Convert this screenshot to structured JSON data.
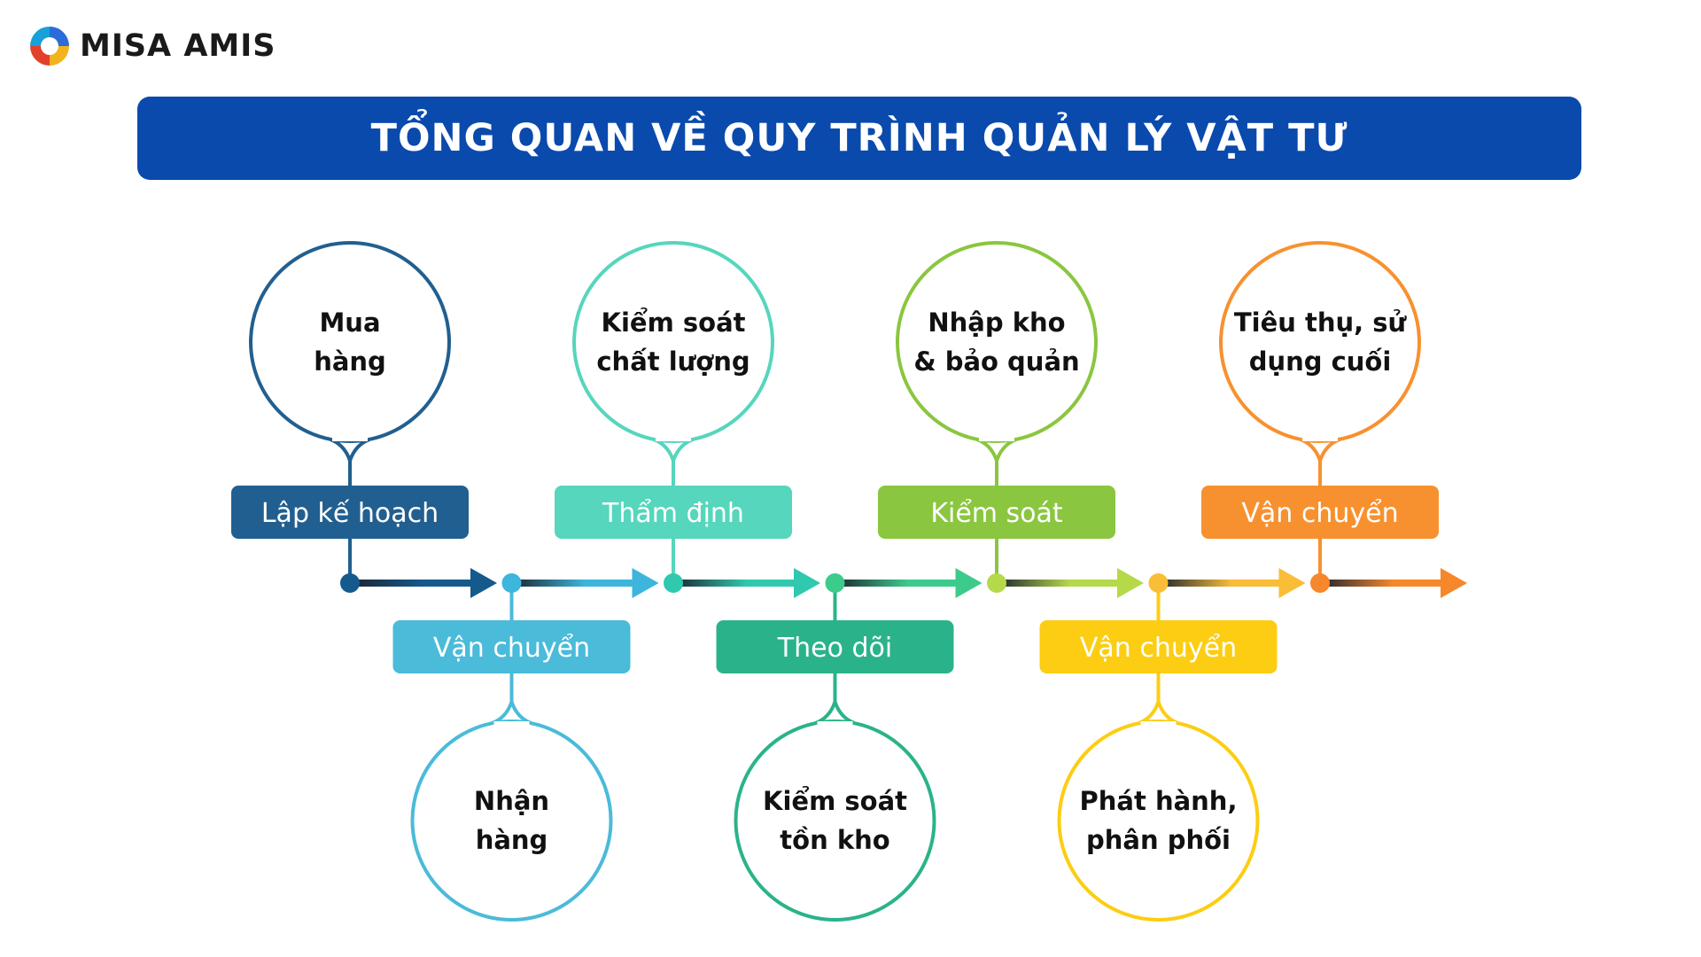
{
  "brand": {
    "name": "MISA AMIS",
    "logo_colors": [
      "#2b6cd9",
      "#f2b31c",
      "#e2402b",
      "#18a0d8"
    ]
  },
  "title": "TỔNG QUAN VỀ QUY TRÌNH QUẢN LÝ VẬT TƯ",
  "title_color": "#0a4aad",
  "steps": [
    {
      "box_label": "Lập kế hoạch",
      "circle_lines": [
        "Mua",
        "hàng"
      ],
      "color": "#215f90",
      "arrow_color": "#155a8c",
      "circle_position": "top"
    },
    {
      "box_label": "Vận chuyển",
      "circle_lines": [
        "Nhận",
        "hàng"
      ],
      "color": "#4abbd9",
      "arrow_color": "#3db5dc",
      "circle_position": "bottom"
    },
    {
      "box_label": "Thẩm định",
      "circle_lines": [
        "Kiểm soát",
        "chất lượng"
      ],
      "color": "#56d6bc",
      "arrow_color": "#30c9b0",
      "circle_position": "top"
    },
    {
      "box_label": "Theo dõi",
      "circle_lines": [
        "Kiểm soát",
        "tồn kho"
      ],
      "color": "#2ab38a",
      "arrow_color": "#3dcb8c",
      "circle_position": "bottom"
    },
    {
      "box_label": "Kiểm soát",
      "circle_lines": [
        "Nhập kho",
        "& bảo quản"
      ],
      "color": "#8ac63f",
      "arrow_color": "#b6d94a",
      "circle_position": "top"
    },
    {
      "box_label": "Vận chuyển",
      "circle_lines": [
        "Phát hành,",
        "phân phối"
      ],
      "color": "#fccd12",
      "arrow_color": "#f9bd38",
      "circle_position": "bottom"
    },
    {
      "box_label": "Vận chuyển",
      "circle_lines": [
        "Tiêu thụ, sử",
        "dụng cuối"
      ],
      "color": "#f7912f",
      "arrow_color": "#f6872b",
      "circle_position": "top"
    }
  ]
}
